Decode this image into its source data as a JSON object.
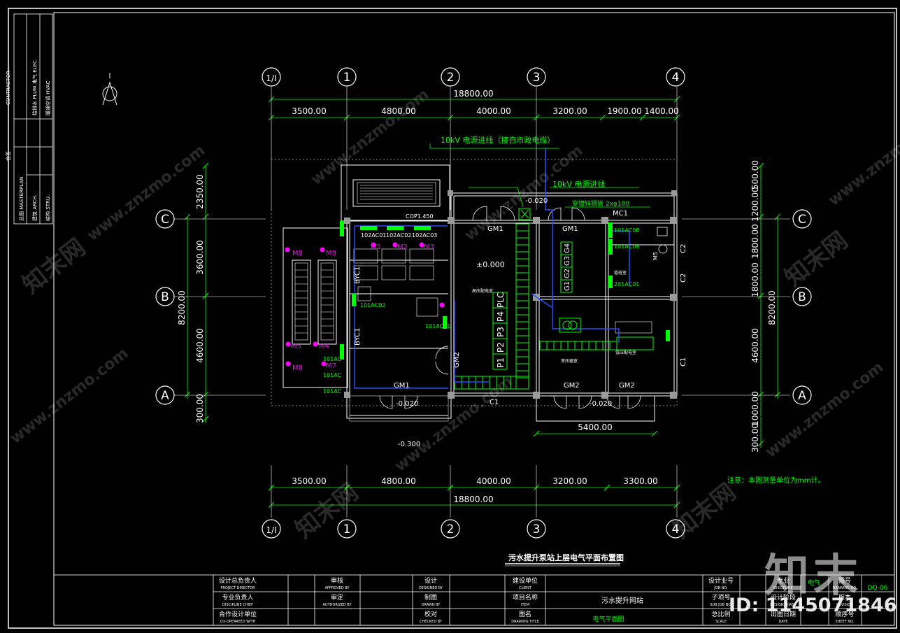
{
  "axes": {
    "grid": [
      "1/I",
      "1",
      "2",
      "3",
      "4"
    ],
    "rows": [
      "C",
      "B",
      "A"
    ]
  },
  "dims": {
    "overall": "18800.00",
    "top": [
      "3500.00",
      "4800.00",
      "4000.00",
      "3200.00",
      "1900.00",
      "1400.00"
    ],
    "bottom": [
      "3500.00",
      "4800.00",
      "4000.00",
      "3200.00",
      "3300.00"
    ],
    "left": [
      "2350.00",
      "3600.00",
      "4600.00",
      "300.00"
    ],
    "left_total": "8200.00",
    "right": [
      "500.00",
      "1200.00",
      "1800.00",
      "1800.00",
      "4600.00",
      "1000.00",
      "300.00"
    ],
    "right_total": "8200.00",
    "inner": "5400.00"
  },
  "plan": {
    "cable_10kv_a": "10kV 电源进线（接自市政电缆）",
    "cable_10kv_b": "10kV 电源进线",
    "pipe": "穿镀锌钢管 2xφ100",
    "elev_0": "±0.000",
    "elev_020a": "-0.020",
    "elev_020b": "-0.020",
    "elev_020c": "-0.020",
    "elev_300": "-0.300",
    "cop": "COP1.450",
    "gm1a": "GM1",
    "gm1b": "GM1",
    "gm1c": "GM1",
    "gm2a": "GM2",
    "gm2b": "GM2",
    "gm2c": "GM2",
    "mc1": "MC1",
    "c1a": "C1",
    "c1b": "C1",
    "c2a": "C2",
    "c2b": "C2",
    "m5": "M5",
    "ac": [
      "102AC01",
      "102AC02",
      "102AC03"
    ],
    "ac101_02": "101AC02",
    "ac101_01": "101AC01",
    "ac101_08": "101AC08",
    "ac101_09": "101AC09",
    "ac201_01": "201AC01",
    "ac101_c": "101AC",
    "ac101_d": "101AC",
    "ac101_e": "101AC",
    "m_lbl": [
      "M8",
      "M9",
      "M1",
      "M2",
      "M3",
      "M5",
      "M4",
      "M6",
      "M7"
    ],
    "byc1a": "BYC1",
    "byc1b": "BYC1",
    "panels_p": [
      "P1",
      "P2",
      "P3",
      "P4",
      "PLC"
    ],
    "panels_g": [
      "G1",
      "G2",
      "G3",
      "G4"
    ],
    "room_gaoya": "高压配电室",
    "room_duty": "值班室",
    "room_lowv": "低压配电室",
    "room_transf": "变压器室",
    "note": "注意：本图测量单位为mm计。",
    "title": "污水提升泵站上层电气平面布置图"
  },
  "titleblock": {
    "r1": [
      "设计总负责人",
      "审核",
      "设计",
      "建设单位",
      "设计业号",
      "专业",
      "图号"
    ],
    "r1e": [
      "PROJECT DIRECTOR",
      "APPROVED BY",
      "DESIGNED BY",
      "CLIENT",
      "JOB NO.",
      "DISCIPLINE",
      "DRAWING NO."
    ],
    "r2": [
      "专业负责人",
      "审定",
      "制图",
      "项目名称",
      "子项号",
      "设计阶段",
      "版本"
    ],
    "r2e": [
      "DISCIPLINE CHIEF",
      "AUTHORIZED BY",
      "DRAWN BY",
      "ITEM",
      "SUB JOB NO.",
      "DESIGN PHASE",
      "REVISION"
    ],
    "r3": [
      "合作设计单位",
      "校对",
      "图名",
      "总比例",
      "出图日期",
      "顺序号"
    ],
    "r3e": [
      "CO-OPERATED WITH",
      "CHECKED BY",
      "DRAWING TITLE",
      "SCALE",
      "DATE",
      "SHEET NO."
    ],
    "project": "污水提升网站",
    "drawing_title": "电气平面图",
    "discipline": "电气",
    "drawing_no": "DQ-06"
  },
  "sidebar": [
    "总图 MASTERPLAN",
    "建筑 ARCH.",
    "结构 STRU.",
    "给排水 PLUM.",
    "电气 ELEC.",
    "暖通空调 HVAC",
    "会签",
    "CONTRACTOR"
  ],
  "watermark": {
    "site": "www.znzmo.com",
    "brand_cn": "知末网",
    "brand": "知末",
    "id": "ID: 1145071846"
  }
}
